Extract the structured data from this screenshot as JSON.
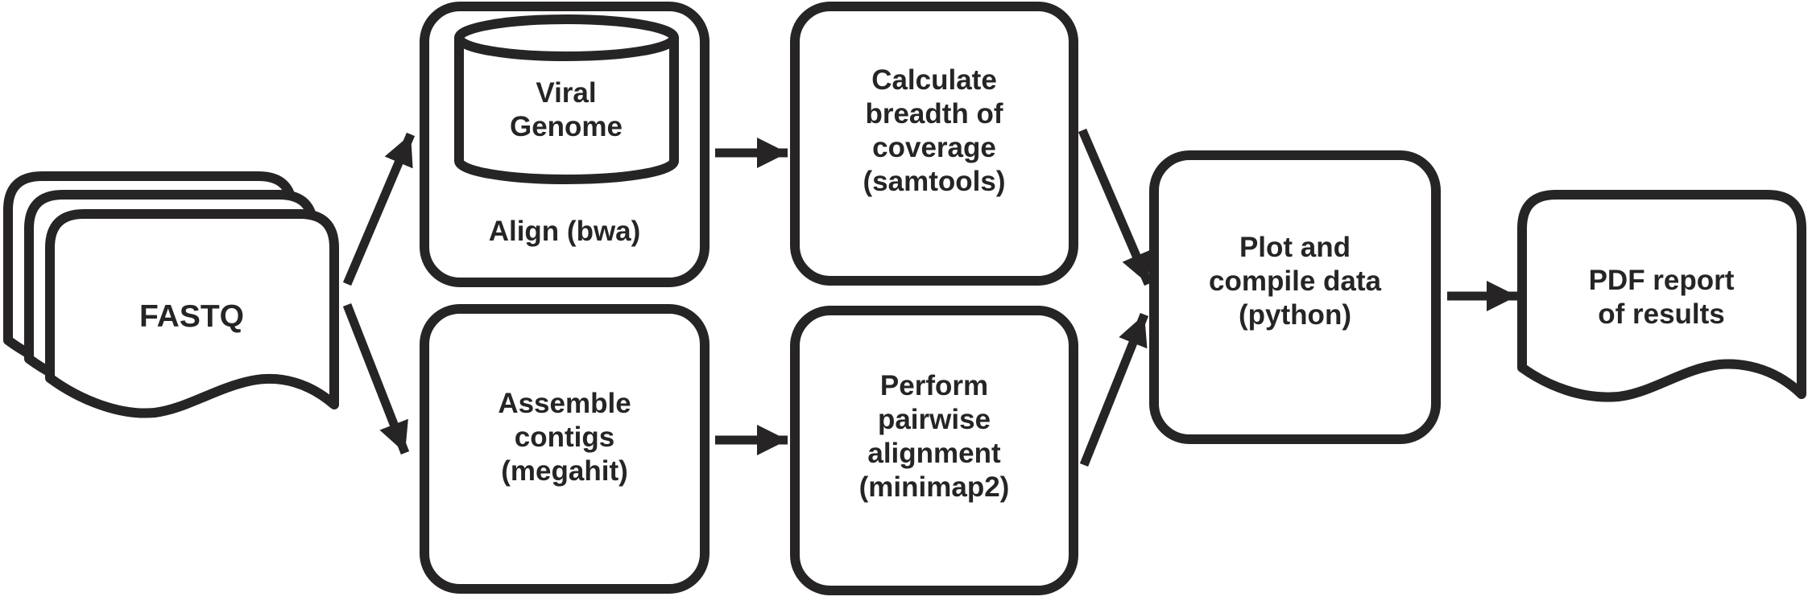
{
  "colors": {
    "ink": "#262425",
    "paper": "#ffffff"
  },
  "nodes": {
    "fastq": {
      "label": "FASTQ",
      "shape": "document-stack"
    },
    "viral_genome": {
      "label": "Viral\nGenome",
      "shape": "database-cylinder"
    },
    "align": {
      "label": "Align (bwa)",
      "shape": "rounded-box"
    },
    "coverage": {
      "label": "Calculate\nbreadth of\ncoverage\n(samtools)",
      "shape": "rounded-box"
    },
    "assemble": {
      "label": "Assemble\ncontigs\n(megahit)",
      "shape": "rounded-box"
    },
    "pairwise": {
      "label": "Perform\npairwise\nalignment\n(minimap2)",
      "shape": "rounded-box"
    },
    "plot": {
      "label": "Plot and\ncompile data\n(python)",
      "shape": "rounded-box"
    },
    "report": {
      "label": "PDF report\nof results",
      "shape": "document"
    }
  },
  "edges": [
    {
      "from": "fastq",
      "to": "align"
    },
    {
      "from": "fastq",
      "to": "assemble"
    },
    {
      "from": "align",
      "to": "coverage"
    },
    {
      "from": "assemble",
      "to": "pairwise"
    },
    {
      "from": "coverage",
      "to": "plot"
    },
    {
      "from": "pairwise",
      "to": "plot"
    },
    {
      "from": "plot",
      "to": "report"
    }
  ]
}
